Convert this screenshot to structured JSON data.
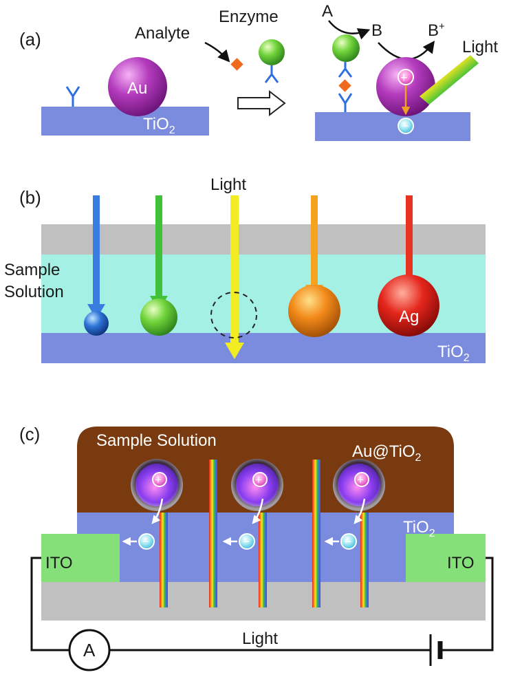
{
  "panel_a": {
    "label": "(a)",
    "analyte": "Analyte",
    "enzyme": "Enzyme",
    "au": "Au",
    "tio2": "TiO",
    "tio2_sub": "2",
    "reactant": "A",
    "product_b": "B",
    "product_bplus": "B",
    "bplus_sup": "+",
    "light": "Light",
    "plus_sign": "+",
    "minus_sign": "−"
  },
  "panel_b": {
    "label": "(b)",
    "light": "Light",
    "sample_line1": "Sample",
    "sample_line2": "Solution",
    "ag": "Ag",
    "tio2": "TiO",
    "tio2_sub": "2"
  },
  "panel_c": {
    "label": "(c)",
    "sample_solution": "Sample Solution",
    "au_tio2": "Au@TiO",
    "au_tio2_sub": "2",
    "tio2": "TiO",
    "tio2_sub": "2",
    "ito_left": "ITO",
    "ito_right": "ITO",
    "light": "Light",
    "ammeter": "A",
    "plus_sign": "+",
    "minus_sign": "−"
  },
  "colors": {
    "tio2": "#7b8cde",
    "solution": "#a5f0e4",
    "glass": "#c0c0c0",
    "sample_brown": "#7a3a10",
    "ito": "#86e07a",
    "gold_np": "#b032b8",
    "electron": "#9fe0ee",
    "hole": "#f37ad6"
  }
}
